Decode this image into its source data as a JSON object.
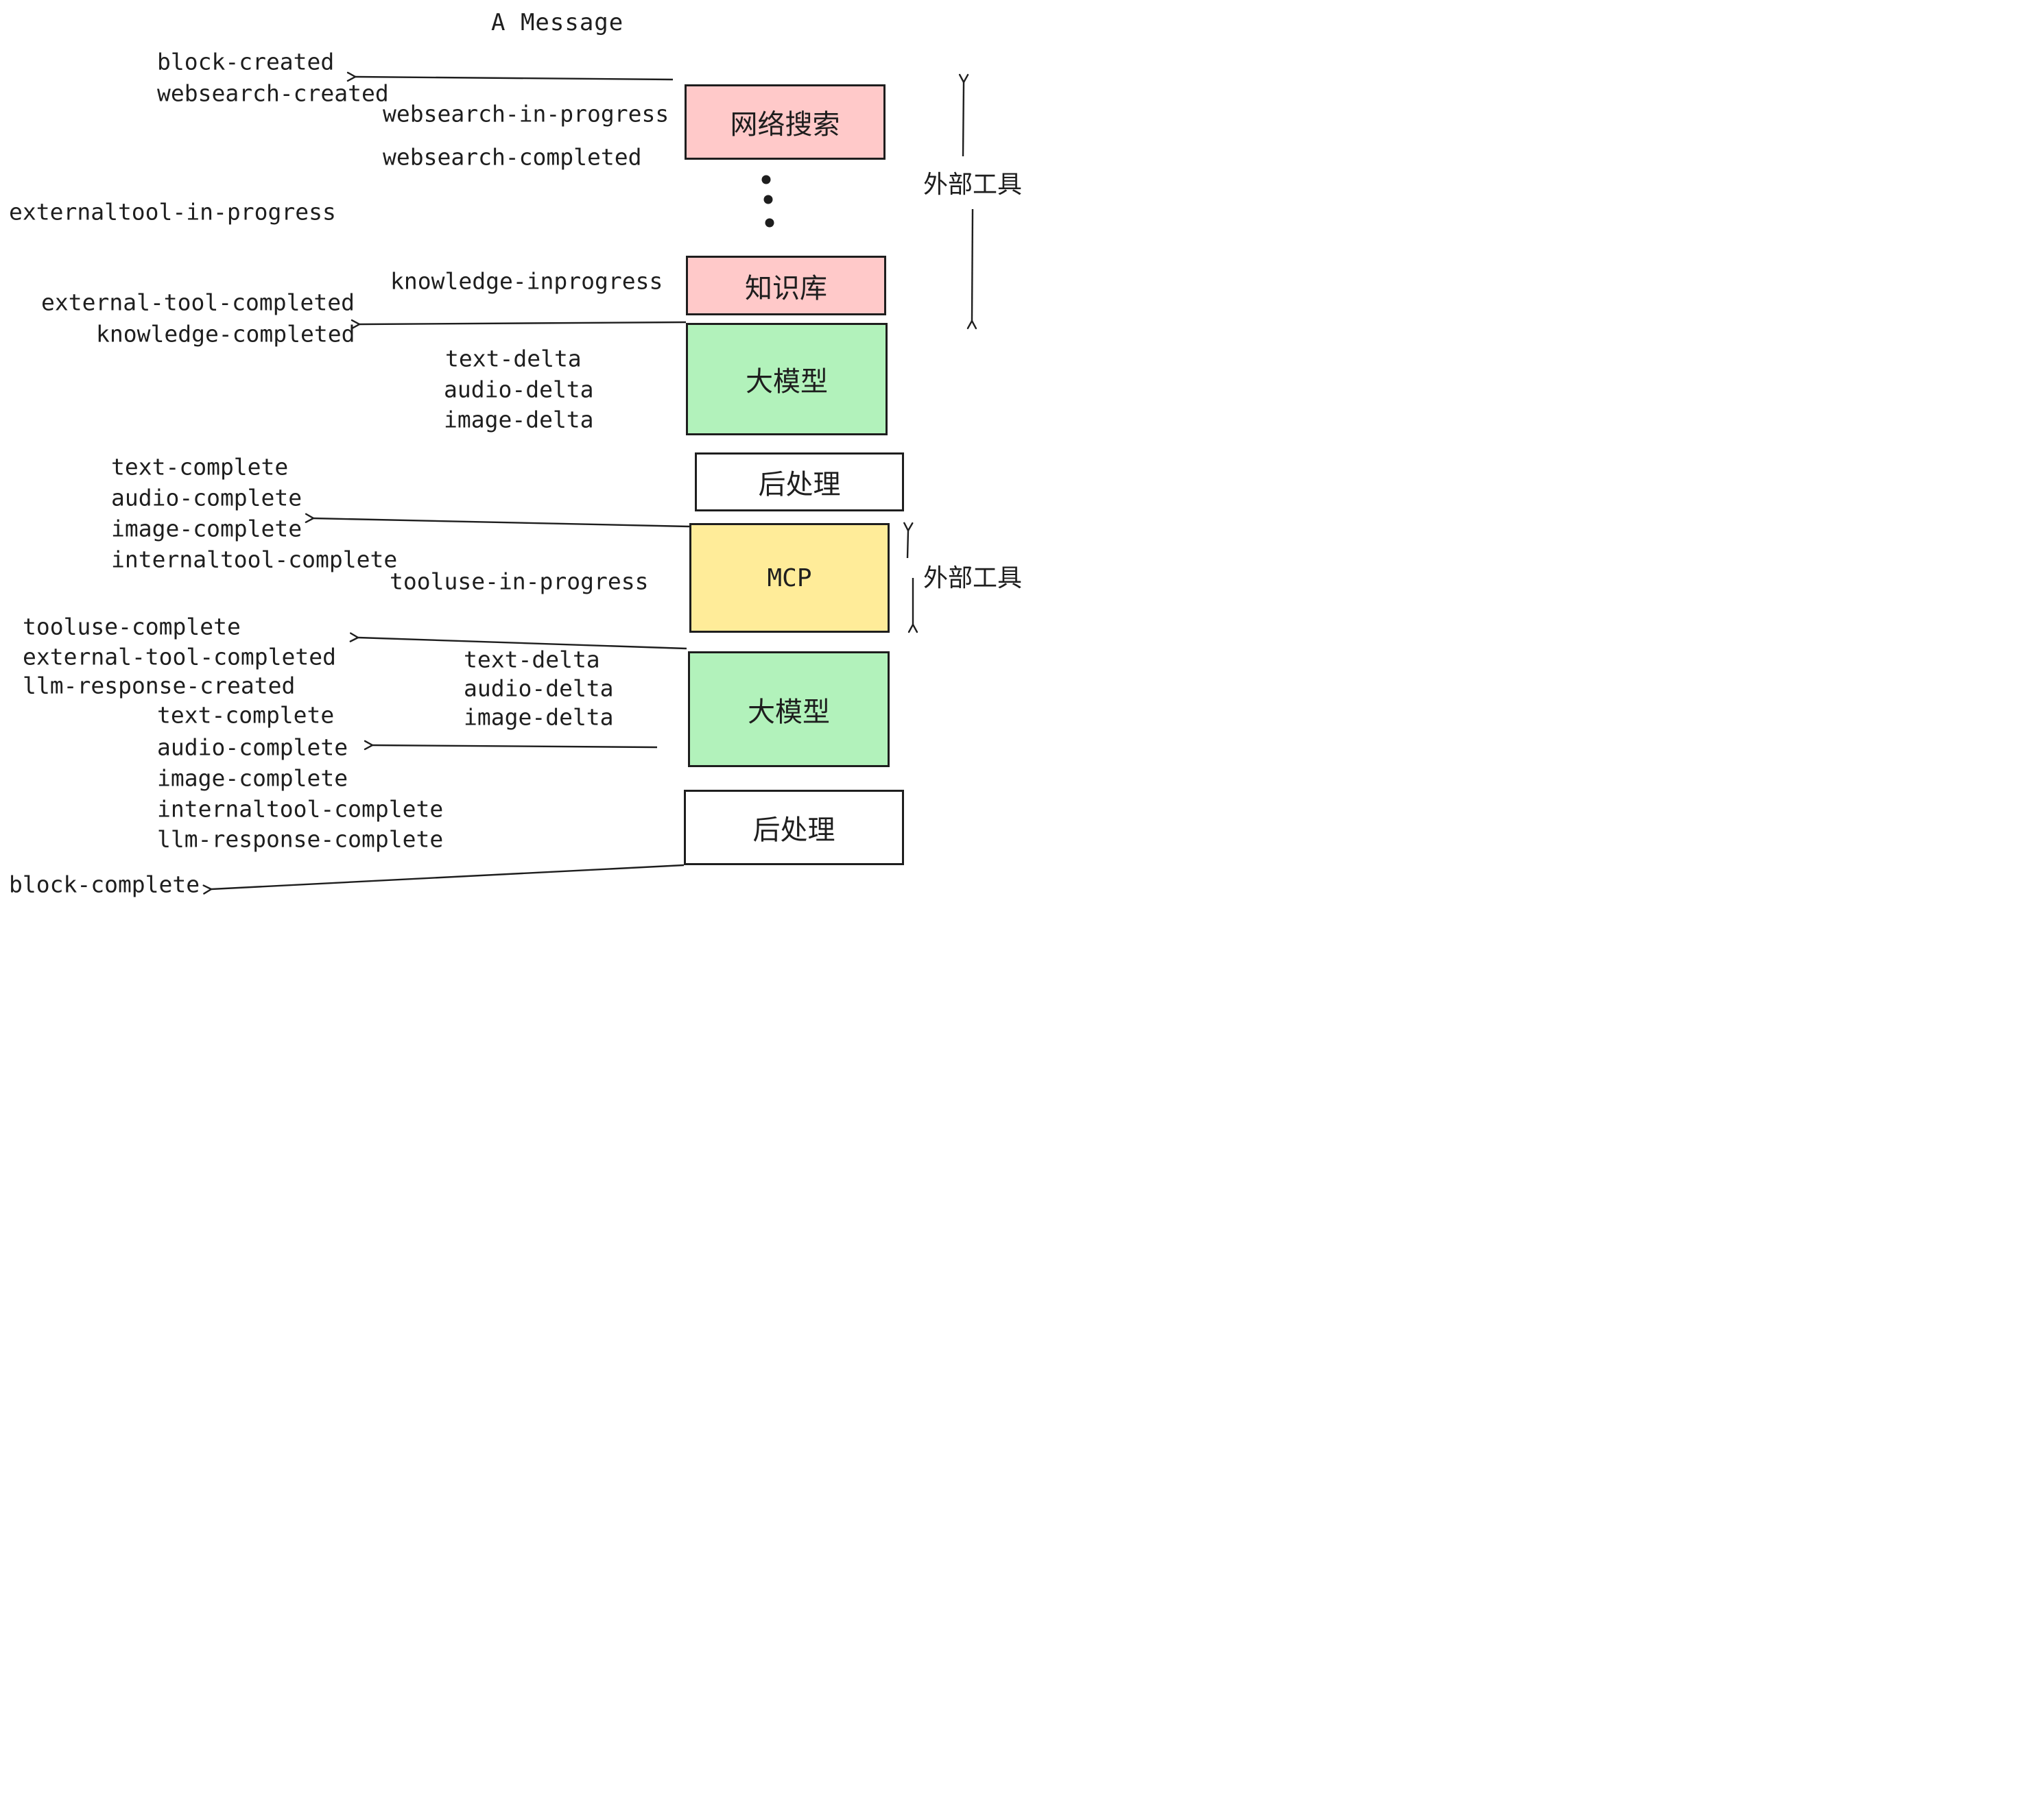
{
  "title": "A Message",
  "colors": {
    "ink": "#1e1e1e",
    "box_pink": "#ffc9c9",
    "box_green": "#b2f2bb",
    "box_yellow": "#ffec99",
    "box_white": "#ffffff",
    "background": "#ffffff"
  },
  "boxes": [
    {
      "label": "网络搜索",
      "color": "#ffc9c9"
    },
    {
      "label": "知识库",
      "color": "#ffc9c9"
    },
    {
      "label": "大模型",
      "color": "#b2f2bb"
    },
    {
      "label": "后处理",
      "color": "#ffffff"
    },
    {
      "label": "MCP",
      "color": "#ffec99"
    },
    {
      "label": "大模型",
      "color": "#b2f2bb"
    },
    {
      "label": "后处理",
      "color": "#ffffff"
    }
  ],
  "side_labels": [
    {
      "label": "外部工具"
    },
    {
      "label": "外部工具"
    }
  ],
  "events": [
    {
      "text": "block-created"
    },
    {
      "text": "websearch-created"
    },
    {
      "text": "websearch-in-progress"
    },
    {
      "text": "websearch-completed"
    },
    {
      "text": "externaltool-in-progress"
    },
    {
      "text": "knowledge-inprogress"
    },
    {
      "text": "external-tool-completed"
    },
    {
      "text": "knowledge-completed"
    },
    {
      "text": "text-delta"
    },
    {
      "text": "audio-delta"
    },
    {
      "text": "image-delta"
    },
    {
      "text": "text-complete"
    },
    {
      "text": "audio-complete"
    },
    {
      "text": "image-complete"
    },
    {
      "text": "internaltool-complete"
    },
    {
      "text": "tooluse-in-progress"
    },
    {
      "text": "tooluse-complete"
    },
    {
      "text": "external-tool-completed"
    },
    {
      "text": "llm-response-created"
    },
    {
      "text": "text-complete"
    },
    {
      "text": "audio-complete"
    },
    {
      "text": "image-complete"
    },
    {
      "text": "internaltool-complete"
    },
    {
      "text": "llm-response-complete"
    },
    {
      "text": "block-complete"
    },
    {
      "text": "text-delta"
    },
    {
      "text": "audio-delta"
    },
    {
      "text": "image-delta"
    }
  ]
}
